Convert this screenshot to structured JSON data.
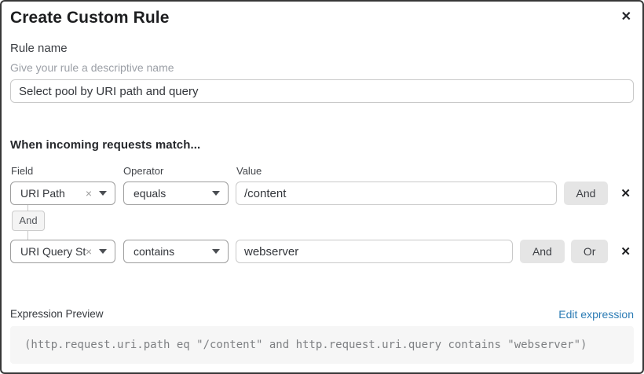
{
  "icons": {
    "close": "✕",
    "clear": "×",
    "remove": "✕"
  },
  "dialog": {
    "title": "Create Custom Rule"
  },
  "rule_name": {
    "label": "Rule name",
    "hint": "Give your rule a descriptive name",
    "value": "Select pool by URI path and query"
  },
  "matcher": {
    "heading": "When incoming requests match...",
    "columns": {
      "field": "Field",
      "operator": "Operator",
      "value": "Value"
    },
    "join_label": "And",
    "rows": [
      {
        "field": "URI Path",
        "operator": "equals",
        "value": "/content",
        "buttons": [
          "And"
        ]
      },
      {
        "field": "URI Query St...",
        "operator": "contains",
        "value": "webserver",
        "buttons": [
          "And",
          "Or"
        ]
      }
    ]
  },
  "expression": {
    "label": "Expression Preview",
    "edit_link": "Edit expression",
    "code": "(http.request.uri.path eq \"/content\" and http.request.uri.query contains \"webserver\")"
  },
  "colors": {
    "accent_link": "#2d7cb5",
    "button_bg": "#e5e5e5",
    "dialog_border": "#383838"
  }
}
